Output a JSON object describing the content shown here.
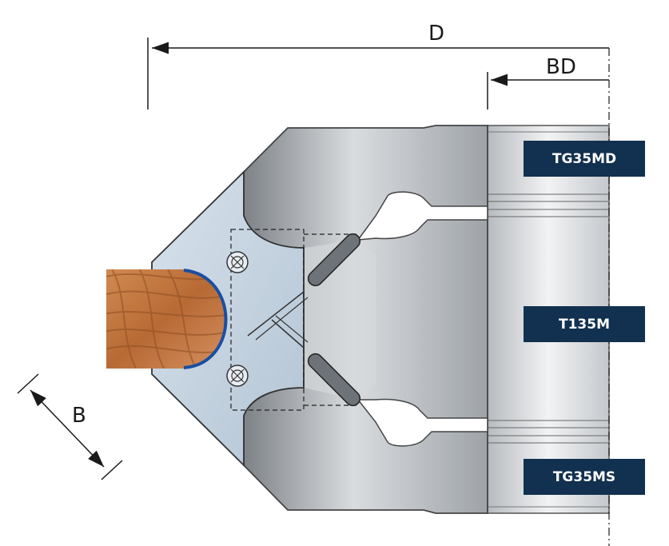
{
  "dimensions": {
    "overall_diameter": "D",
    "bore_diameter": "BD",
    "cutting_width": "B"
  },
  "parts": {
    "top_collar": "TG35MD",
    "cutter_body": "T135M",
    "bottom_collar": "TG35MS"
  },
  "colors": {
    "badge_background": "#12304f",
    "profile_line": "#1a4fa0",
    "holder_plate": "#c9d7e3",
    "steel_body": "#a9adb1",
    "wood": "#c47a45"
  }
}
